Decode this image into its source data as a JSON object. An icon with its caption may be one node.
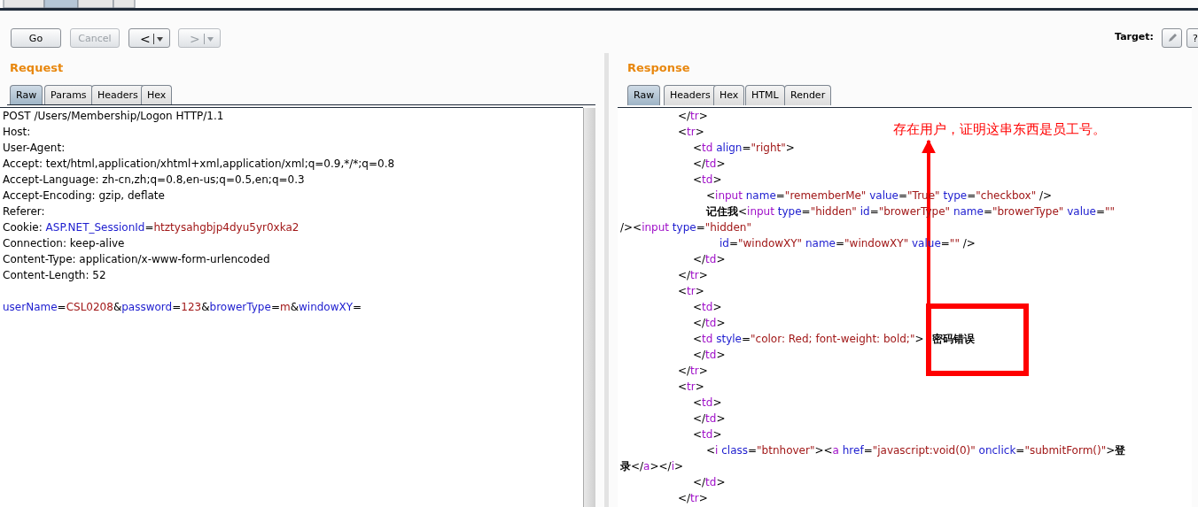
{
  "diagram": {
    "nodes": [
      {
        "text": [],
        "shape": "box"
      },
      {
        "text": [
          "存在用户，证明这串东西是员工号。"
        ]
      }
    ],
    "edges": [
      {
        "from": 0,
        "to": 1,
        "arrow": "to"
      }
    ],
    "labels": [
      "Go",
      "Cancel",
      "<",
      ">",
      "Target:",
      "?",
      "Request",
      "Raw",
      "Params",
      "Headers",
      "Hex",
      "POST /Users/Membership/Logon HTTP/1.1",
      "Host:",
      "User-Agent:",
      "Accept: text/html,application/xhtml+xml,application/xml;q=0.9,*/*;q=0.8",
      "Accept-Language: zh-cn,zh;q=0.8,en-us;q=0.5,en;q=0.3",
      "Accept-Encoding: gzip, deflate",
      "Referer:",
      "Cookie: ASP.NET_SessionId=htztysahgbjp4dyu5yr0xka2",
      "Connection: keep-alive",
      "Content-Type: application/x-www-form-urlencoded",
      "Content-Length: 52",
      "userName=CSL0208&password=123&browerType=m&windowXY=",
      "Response",
      "Raw",
      "Headers",
      "Hex",
      "HTML",
      "Render",
      "</tr>",
      "<tr>",
      "<td align=\"right\">",
      "</td>",
      "<td>",
      "<input name=\"rememberMe\" value=\"True\" type=\"checkbox\" />",
      "**记住我**<input type=\"hidden\" id=\"browerType\" name=\"browerType\" value=\"\"",
      "/><input type=\"hidden\"",
      "id=\"windowXY\" name=\"windowXY\" value=\"\" />",
      "</td>",
      "</tr>",
      "<tr>",
      "<td>",
      "</td>",
      "<td style=\"color: Red; font-weight: bold;\">**密码错误**",
      "</td>",
      "</tr>",
      "<tr>",
      "<td>",
      "</td>",
      "<td>",
      "<i class=\"btnhover\"><a href=\"javascript:void(0)\" onclick=\"submitForm()\">**登**",
      "**录**</a></i>",
      "</td>",
      "</tr>"
    ]
  }
}
